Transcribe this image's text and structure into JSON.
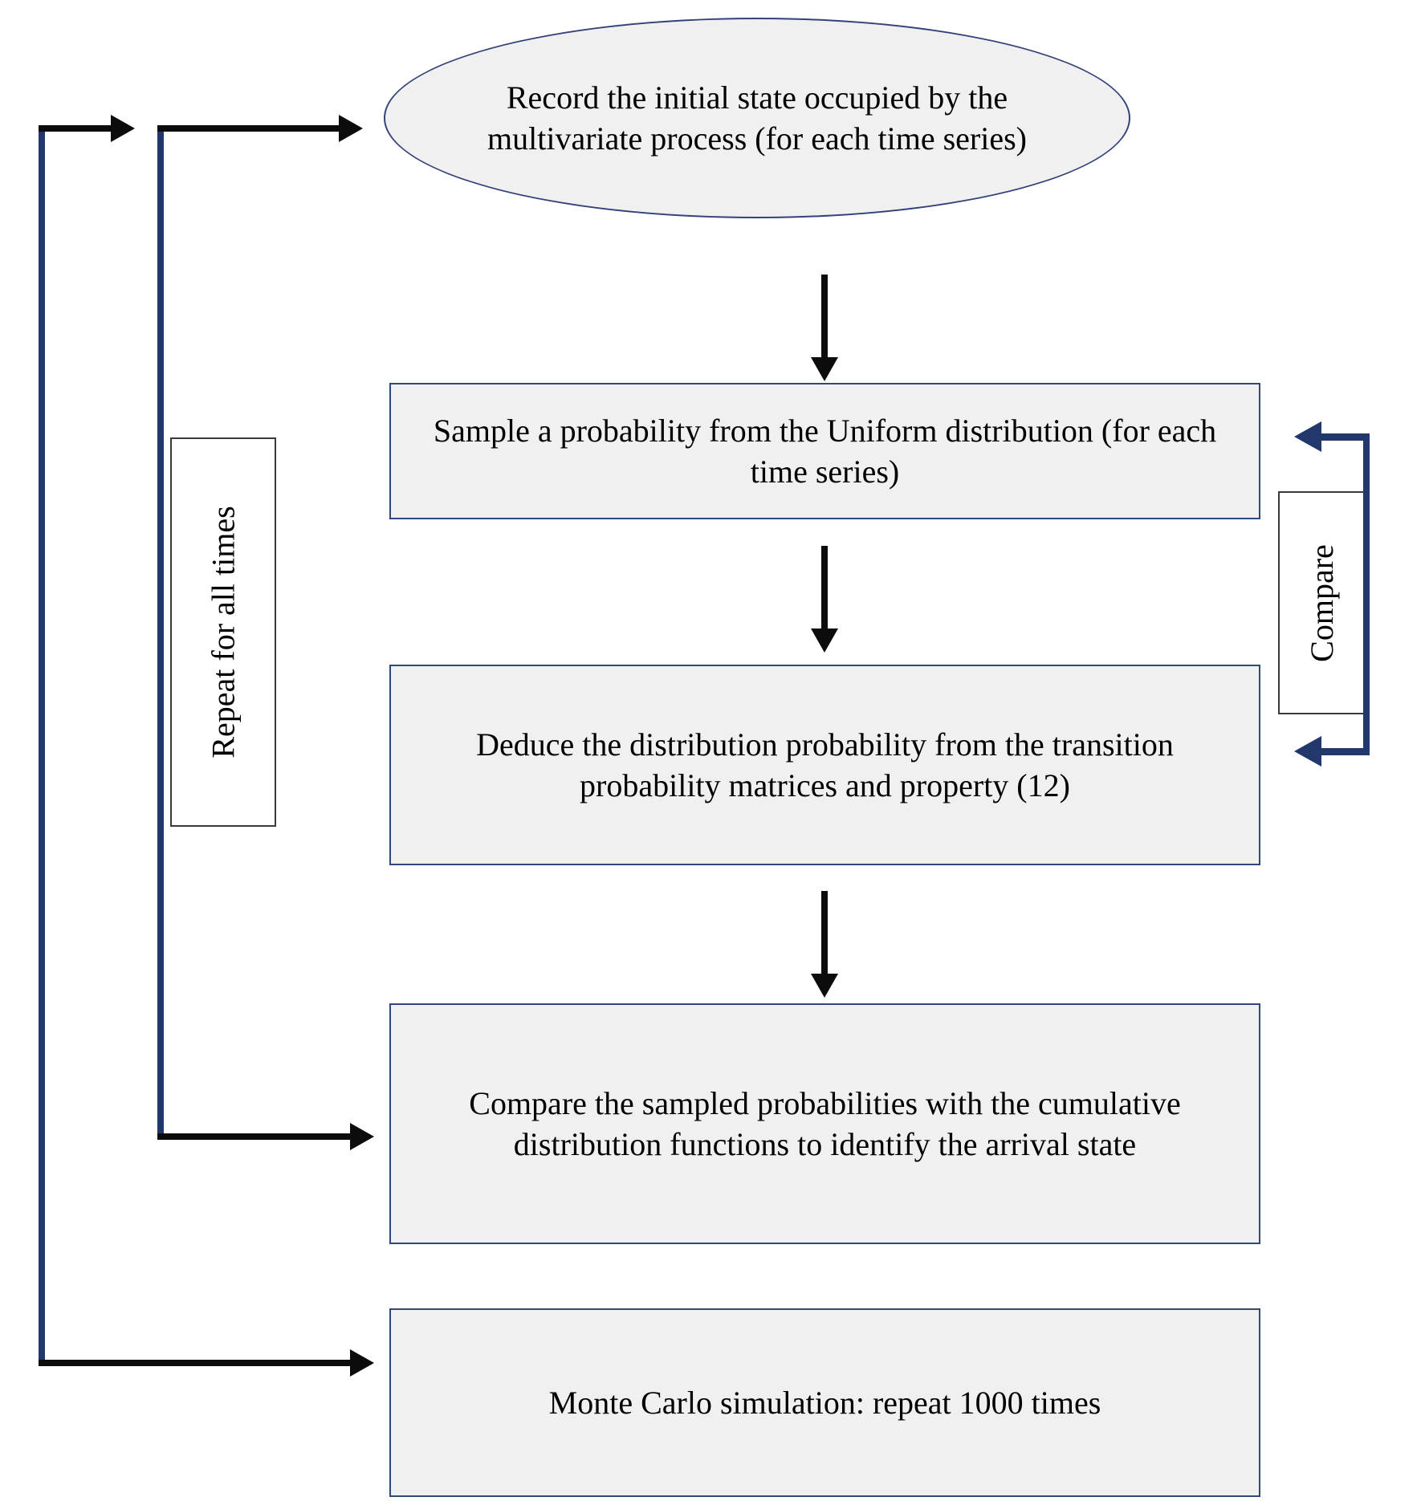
{
  "diagram": {
    "title": "Monte Carlo simulation flowchart for a multivariate Markov process",
    "palette": {
      "node_fill": "#f0f0f0",
      "node_border": "#2e4a7d",
      "label_border": "#3a3a3a",
      "connector_black": "#0c0c0c",
      "connector_navy": "#22376b",
      "background": "#ffffff",
      "text": "#000000"
    },
    "nodes": [
      {
        "id": "start",
        "shape": "ellipse",
        "text": "Record the initial state occupied by the multivariate process (for each time series)"
      },
      {
        "id": "sample",
        "shape": "rectangle",
        "text": "Sample a probability from the Uniform distribution (for each time series)"
      },
      {
        "id": "deduce",
        "shape": "rectangle",
        "text": "Deduce the distribution probability from the transition probability matrices and property (12)"
      },
      {
        "id": "compare-step",
        "shape": "rectangle",
        "text": "Compare the sampled probabilities with the cumulative distribution functions to identify the arrival state"
      },
      {
        "id": "monte-carlo",
        "shape": "rectangle",
        "text": "Monte Carlo simulation: repeat 1000 times"
      }
    ],
    "side_labels": [
      {
        "id": "repeat-for-all-times",
        "text": "Repeat for all times",
        "orientation": "vertical-bottom-to-top",
        "side": "left"
      },
      {
        "id": "compare",
        "text": "Compare",
        "orientation": "vertical-bottom-to-top",
        "side": "right"
      }
    ],
    "connectors": [
      {
        "id": "start-to-sample",
        "from": "start",
        "to": "sample",
        "direction": "down",
        "color": "#0c0c0c"
      },
      {
        "id": "sample-to-deduce",
        "from": "sample",
        "to": "deduce",
        "direction": "down",
        "color": "#0c0c0c"
      },
      {
        "id": "deduce-to-compare-step",
        "from": "deduce",
        "to": "compare-step",
        "direction": "down",
        "color": "#0c0c0c"
      },
      {
        "id": "compare-loop-top",
        "from": "compare",
        "to": "sample",
        "direction": "left",
        "color": "#22376b"
      },
      {
        "id": "compare-loop-bottom",
        "from": "compare",
        "to": "deduce",
        "direction": "left",
        "color": "#22376b"
      },
      {
        "id": "repeat-loop-to-start",
        "from": "repeat-for-all-times",
        "to": "start",
        "direction": "right",
        "color": "#0c0c0c"
      },
      {
        "id": "repeat-loop-from-compare-step",
        "from": "compare-step",
        "to": "repeat-for-all-times",
        "direction": "right",
        "color": "#0c0c0c"
      },
      {
        "id": "outer-loop-to-start",
        "from": "monte-carlo",
        "to": "start",
        "direction": "right",
        "color": "#0c0c0c"
      },
      {
        "id": "outer-loop-to-monte-carlo",
        "from": "outer-loop",
        "to": "monte-carlo",
        "direction": "right",
        "color": "#0c0c0c"
      }
    ]
  }
}
